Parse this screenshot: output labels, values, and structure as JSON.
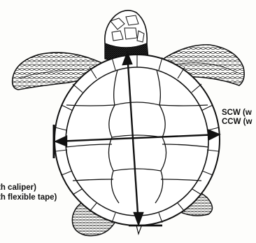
{
  "labels": {
    "straight_width": "SCW (w",
    "curved_width": "CCW (w",
    "straight_length": "th caliper)",
    "curved_length": "th flexible tape)"
  },
  "colors": {
    "ink": "#111111",
    "paper": "#fdfdfb",
    "dark_neck": "#1a1a1a"
  }
}
